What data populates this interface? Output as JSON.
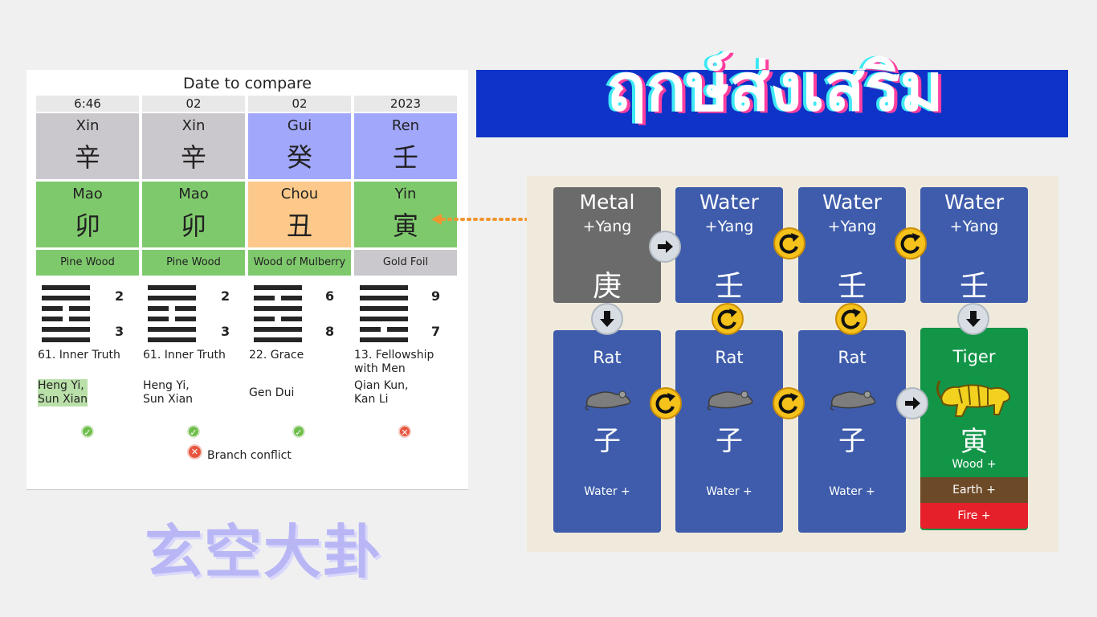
{
  "compare": {
    "title": "Date to compare",
    "columns": [
      {
        "header": "6:46",
        "stem_py": "Xin",
        "stem_cn": "辛",
        "branch_py": "Mao",
        "branch_cn": "卯",
        "nayin": "Pine Wood",
        "num_top": "2",
        "num_bottom": "3",
        "gua": "61. Inner Truth",
        "trigrams": "Heng Yi,\nSun Xian",
        "status": "ok"
      },
      {
        "header": "02",
        "stem_py": "Xin",
        "stem_cn": "辛",
        "branch_py": "Mao",
        "branch_cn": "卯",
        "nayin": "Pine Wood",
        "num_top": "2",
        "num_bottom": "3",
        "gua": "61. Inner Truth",
        "trigrams": "Heng Yi,\nSun Xian",
        "status": "ok"
      },
      {
        "header": "02",
        "stem_py": "Gui",
        "stem_cn": "癸",
        "branch_py": "Chou",
        "branch_cn": "丑",
        "nayin": "Wood of Mulberry",
        "num_top": "6",
        "num_bottom": "8",
        "gua": "22. Grace",
        "trigrams": "Gen Dui",
        "status": "ok"
      },
      {
        "header": "2023",
        "stem_py": "Ren",
        "stem_cn": "壬",
        "branch_py": "Yin",
        "branch_cn": "寅",
        "nayin": "Gold Foil",
        "num_top": "9",
        "num_bottom": "7",
        "gua": "13. Fellowship\nwith Men",
        "trigrams": "Qian Kun,\nKan Li",
        "status": "bad"
      }
    ],
    "conflict_label": "Branch conflict"
  },
  "thai_title": "ฤกษ์ส่งเสริม",
  "chinese_caption": "玄空大卦",
  "chart": {
    "stems": [
      {
        "element": "Metal",
        "polarity": "+Yang",
        "char": "庚"
      },
      {
        "element": "Water",
        "polarity": "+Yang",
        "char": "壬"
      },
      {
        "element": "Water",
        "polarity": "+Yang",
        "char": "壬"
      },
      {
        "element": "Water",
        "polarity": "+Yang",
        "char": "壬"
      }
    ],
    "branches": [
      {
        "animal": "Rat",
        "char": "子",
        "hidden": "Water +"
      },
      {
        "animal": "Rat",
        "char": "子",
        "hidden": "Water +"
      },
      {
        "animal": "Rat",
        "char": "子",
        "hidden": "Water +"
      },
      {
        "animal": "Tiger",
        "char": "寅",
        "hidden": "Wood +",
        "hidden2": "Earth +",
        "hidden3": "Fire +"
      }
    ]
  },
  "colors": {
    "stem_gray": "#cac8cc",
    "stem_blue": "#a1a7fb",
    "branch_green": "#7fc96d",
    "branch_orange": "#fdc98a",
    "chart_blue": "#3e5cab",
    "title_bar": "#0f33c8"
  },
  "icons": [
    "check-icon",
    "cross-icon",
    "arrow-right-icon",
    "arrow-down-icon",
    "cycle-icon",
    "rat-icon",
    "tiger-icon"
  ]
}
